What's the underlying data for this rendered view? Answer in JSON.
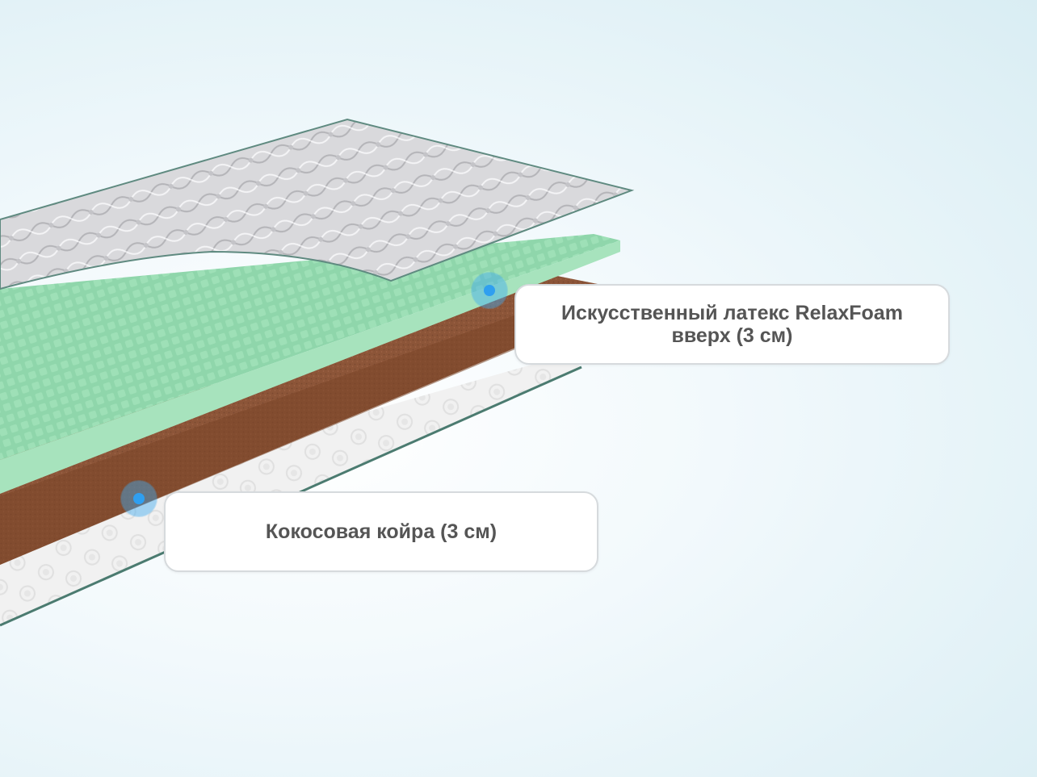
{
  "layers": [
    {
      "hotspot_name": "hotspot-relaxfoam-latex",
      "callout_name": "callout-relaxfoam-latex",
      "label": "Искусственный латекс RelaxFoam вверх (3 см)"
    },
    {
      "hotspot_name": "hotspot-coconut-coir",
      "callout_name": "callout-coconut-coir",
      "label": "Кокосовая койра (3 см)"
    }
  ],
  "colors": {
    "cover": "#d9d9dc",
    "latex": "#8fd6ab",
    "coir": "#8c5538",
    "base": "#eeeeee",
    "hotspot": "#2f9ff0"
  }
}
